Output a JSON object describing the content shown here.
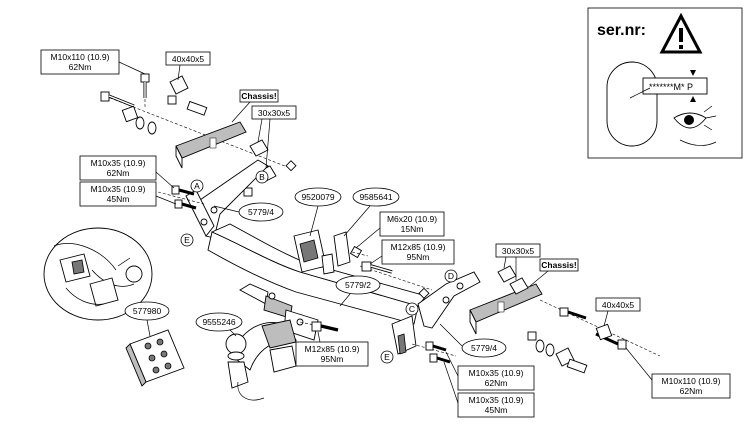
{
  "warning_box": {
    "label": "ser.nr:",
    "plate_code": "*******M* P"
  },
  "bolt_specs": {
    "top_left_bolt": {
      "size": "M10x110 (10.9)",
      "torque": "62Nm"
    },
    "left_bolt_a": {
      "size": "M10x35 (10.9)",
      "torque": "62Nm"
    },
    "left_bolt_b": {
      "size": "M10x35 (10.9)",
      "torque": "45Nm"
    },
    "m6_bolt": {
      "size": "M6x20 (10.9)",
      "torque": "15Nm"
    },
    "m12_bolt_right": {
      "size": "M12x85 (10.9)",
      "torque": "95Nm"
    },
    "m12_bolt_bottom": {
      "size": "M12x85 (10.9)",
      "torque": "95Nm"
    },
    "right_bolt_a": {
      "size": "M10x35 (10.9)",
      "torque": "62Nm"
    },
    "right_bolt_b": {
      "size": "M10x35 (10.9)",
      "torque": "45Nm"
    },
    "bottom_right_bolt": {
      "size": "M10x110 (10.9)",
      "torque": "62Nm"
    }
  },
  "plate_sizes": {
    "left_large": "40x40x5",
    "left_small": "30x30x5",
    "right_small": "30x30x5",
    "right_large": "40x40x5"
  },
  "chassis_labels": {
    "left": "Chassis!",
    "right": "Chassis!"
  },
  "part_numbers": {
    "left_bracket": "5779/4",
    "right_bracket": "5779/4",
    "crossbar": "5779/2",
    "socket_plate": "9520079",
    "bolt_kit": "9585641",
    "wiring_kit": "577980",
    "ball": "9555246"
  },
  "callout_letters": {
    "A": "A",
    "B": "B",
    "C": "C",
    "D": "D",
    "E1": "E",
    "E2": "E"
  },
  "colors": {
    "line": "#000000",
    "background": "#ffffff",
    "shading": "#bdbdbd"
  }
}
